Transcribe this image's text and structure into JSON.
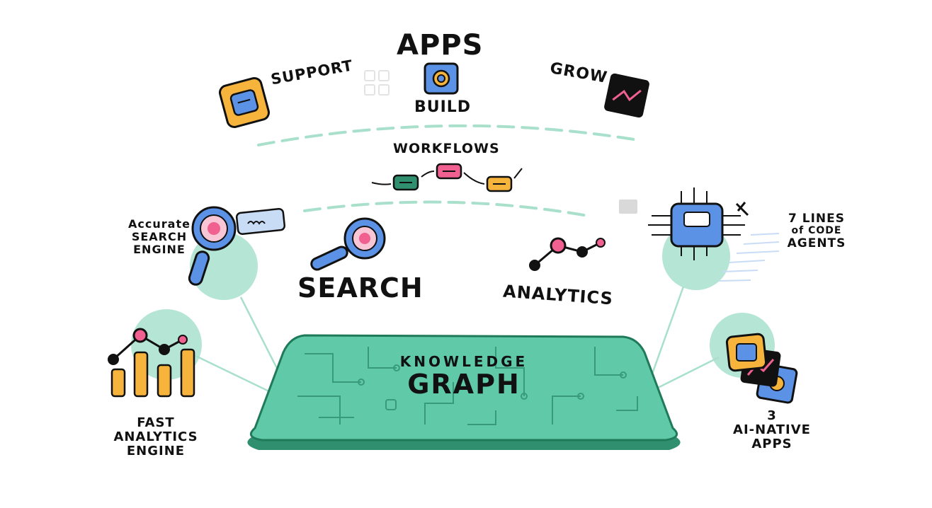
{
  "top": {
    "apps": "APPS",
    "build": "BUILD",
    "support": "SUPPORT",
    "grow": "GROW"
  },
  "middle": {
    "workflows": "WORKFLOWS",
    "search": "SEARCH",
    "analytics": "ANALYTICS"
  },
  "left": {
    "search_engine": [
      "Accurate",
      "SEARCH",
      "ENGINE"
    ],
    "analytics_engine": [
      "FAST",
      "ANALYTICS",
      "ENGINE"
    ]
  },
  "right": {
    "code_agents": [
      "7 LINES",
      "of CODE",
      "AGENTS"
    ],
    "native_apps": [
      "3",
      "AI-NATIVE",
      "APPS"
    ]
  },
  "center": {
    "line1": "KNOWLEDGE",
    "line2": "GRAPH"
  },
  "colors": {
    "mint": "#5fc9a8",
    "mint_light": "#a8e0cc",
    "mint_dark": "#2f8f6f",
    "orange": "#f6b43c",
    "blue": "#5b92e5",
    "pink": "#f06090",
    "ink": "#111111"
  }
}
